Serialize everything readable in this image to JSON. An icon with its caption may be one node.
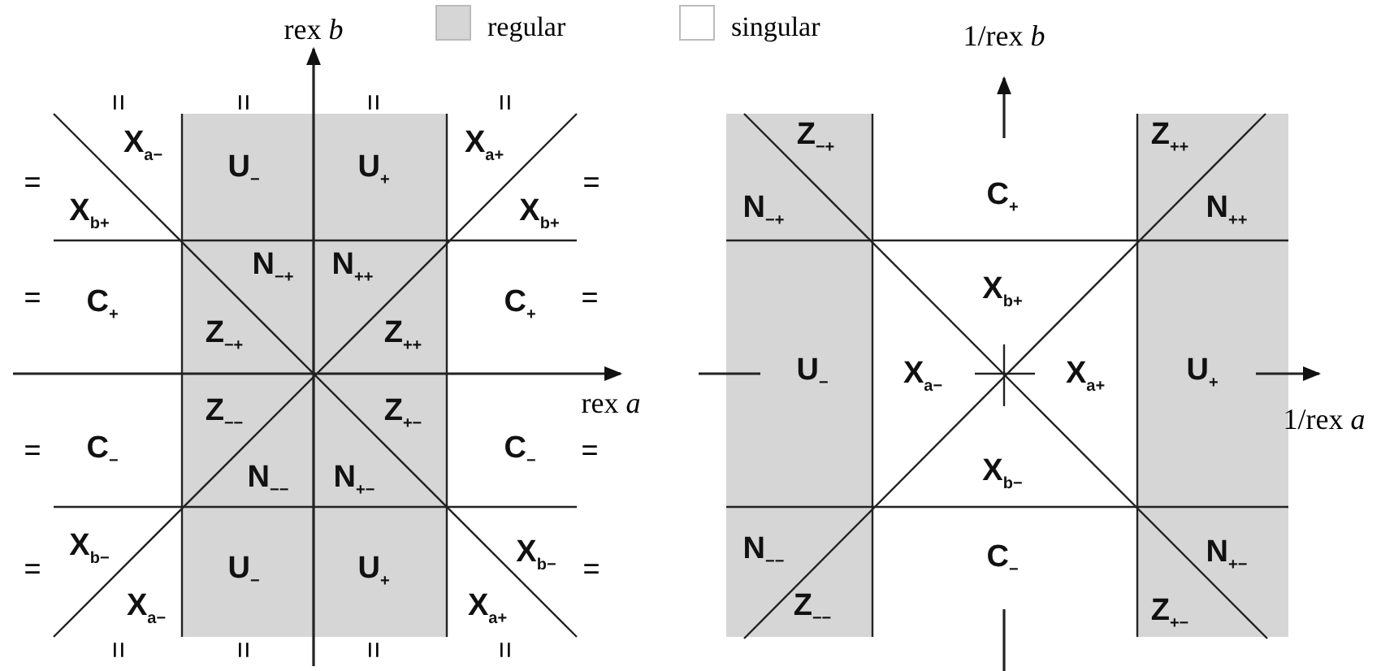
{
  "diagram": {
    "labels": [
      "rex *b*",
      "=",
      "=",
      "=",
      "=",
      "X$_{a−}$",
      "U$_{−}$",
      "U$_{+}$",
      "X$_{a+}$",
      "=",
      "X$_{b+}$",
      "X$_{b+}$",
      "=",
      "=",
      "C$_{+}$",
      "N$_{−+}$",
      "N$_{++}$",
      "C$_{+}$",
      "=",
      "Z$_{−+}$",
      "Z$_{++}$",
      "rex *a*",
      "Z$_{−−}$",
      "Z$_{+−}$",
      "=",
      "C$_{−}$",
      "N$_{−−}$",
      "N$_{+−}$",
      "C$_{−}$",
      "=",
      "X$_{b−}$",
      "X$_{b−}$",
      "=",
      "=",
      "U$_{−}$",
      "U$_{+}$",
      "X$_{a−}$",
      "X$_{a+}$",
      "=",
      "=",
      "=",
      "=",
      "1/rex *b*",
      "Z$_{−+}$",
      "C$_{+}$",
      "Z$_{++}$",
      "N$_{−+}$",
      "N$_{++}$",
      "X$_{b+}$",
      "U$_{−}$",
      "X$_{a−}$",
      "X$_{a+}$",
      "U$_{+}$",
      "1/rex *a*",
      "X$_{b−}$",
      "N$_{−−}$",
      "C$_{−}$",
      "N$_{+−}$",
      "Z$_{−−}$",
      "Z$_{+−}$"
    ],
    "legend": [
      {
        "text": "regular",
        "color": "#d6d6d6"
      },
      {
        "text": "singular",
        "color": "#ffffff"
      }
    ]
  }
}
